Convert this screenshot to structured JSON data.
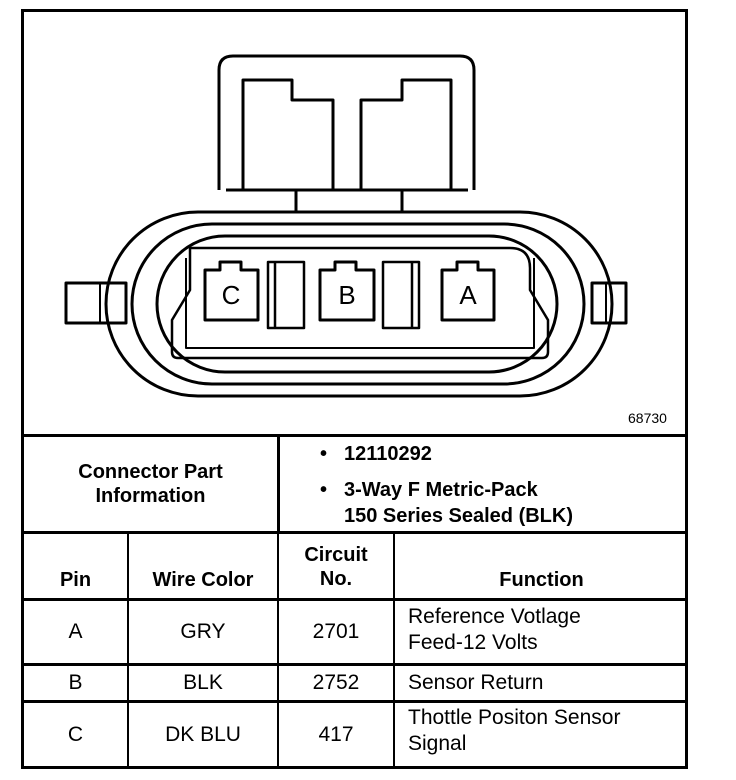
{
  "figure_number": "68730",
  "connector": {
    "pins": [
      "C",
      "B",
      "A"
    ]
  },
  "part_info": {
    "label_line1": "Connector Part",
    "label_line2": "Information",
    "bullet": "•",
    "part_number": "12110292",
    "description_line1": "3-Way F Metric-Pack",
    "description_line2": "150 Series Sealed (BLK)"
  },
  "table": {
    "headers": {
      "pin": "Pin",
      "wire_color": "Wire Color",
      "circuit_line1": "Circuit",
      "circuit_line2": "No.",
      "function": "Function"
    },
    "rows": [
      {
        "pin": "A",
        "wire_color": "GRY",
        "circuit": "2701",
        "function_line1": "Reference Votlage",
        "function_line2": "Feed-12 Volts"
      },
      {
        "pin": "B",
        "wire_color": "BLK",
        "circuit": "2752",
        "function_line1": "Sensor Return",
        "function_line2": ""
      },
      {
        "pin": "C",
        "wire_color": "DK BLU",
        "circuit": "417",
        "function_line1": "Thottle Positon Sensor",
        "function_line2": "Signal"
      }
    ]
  }
}
